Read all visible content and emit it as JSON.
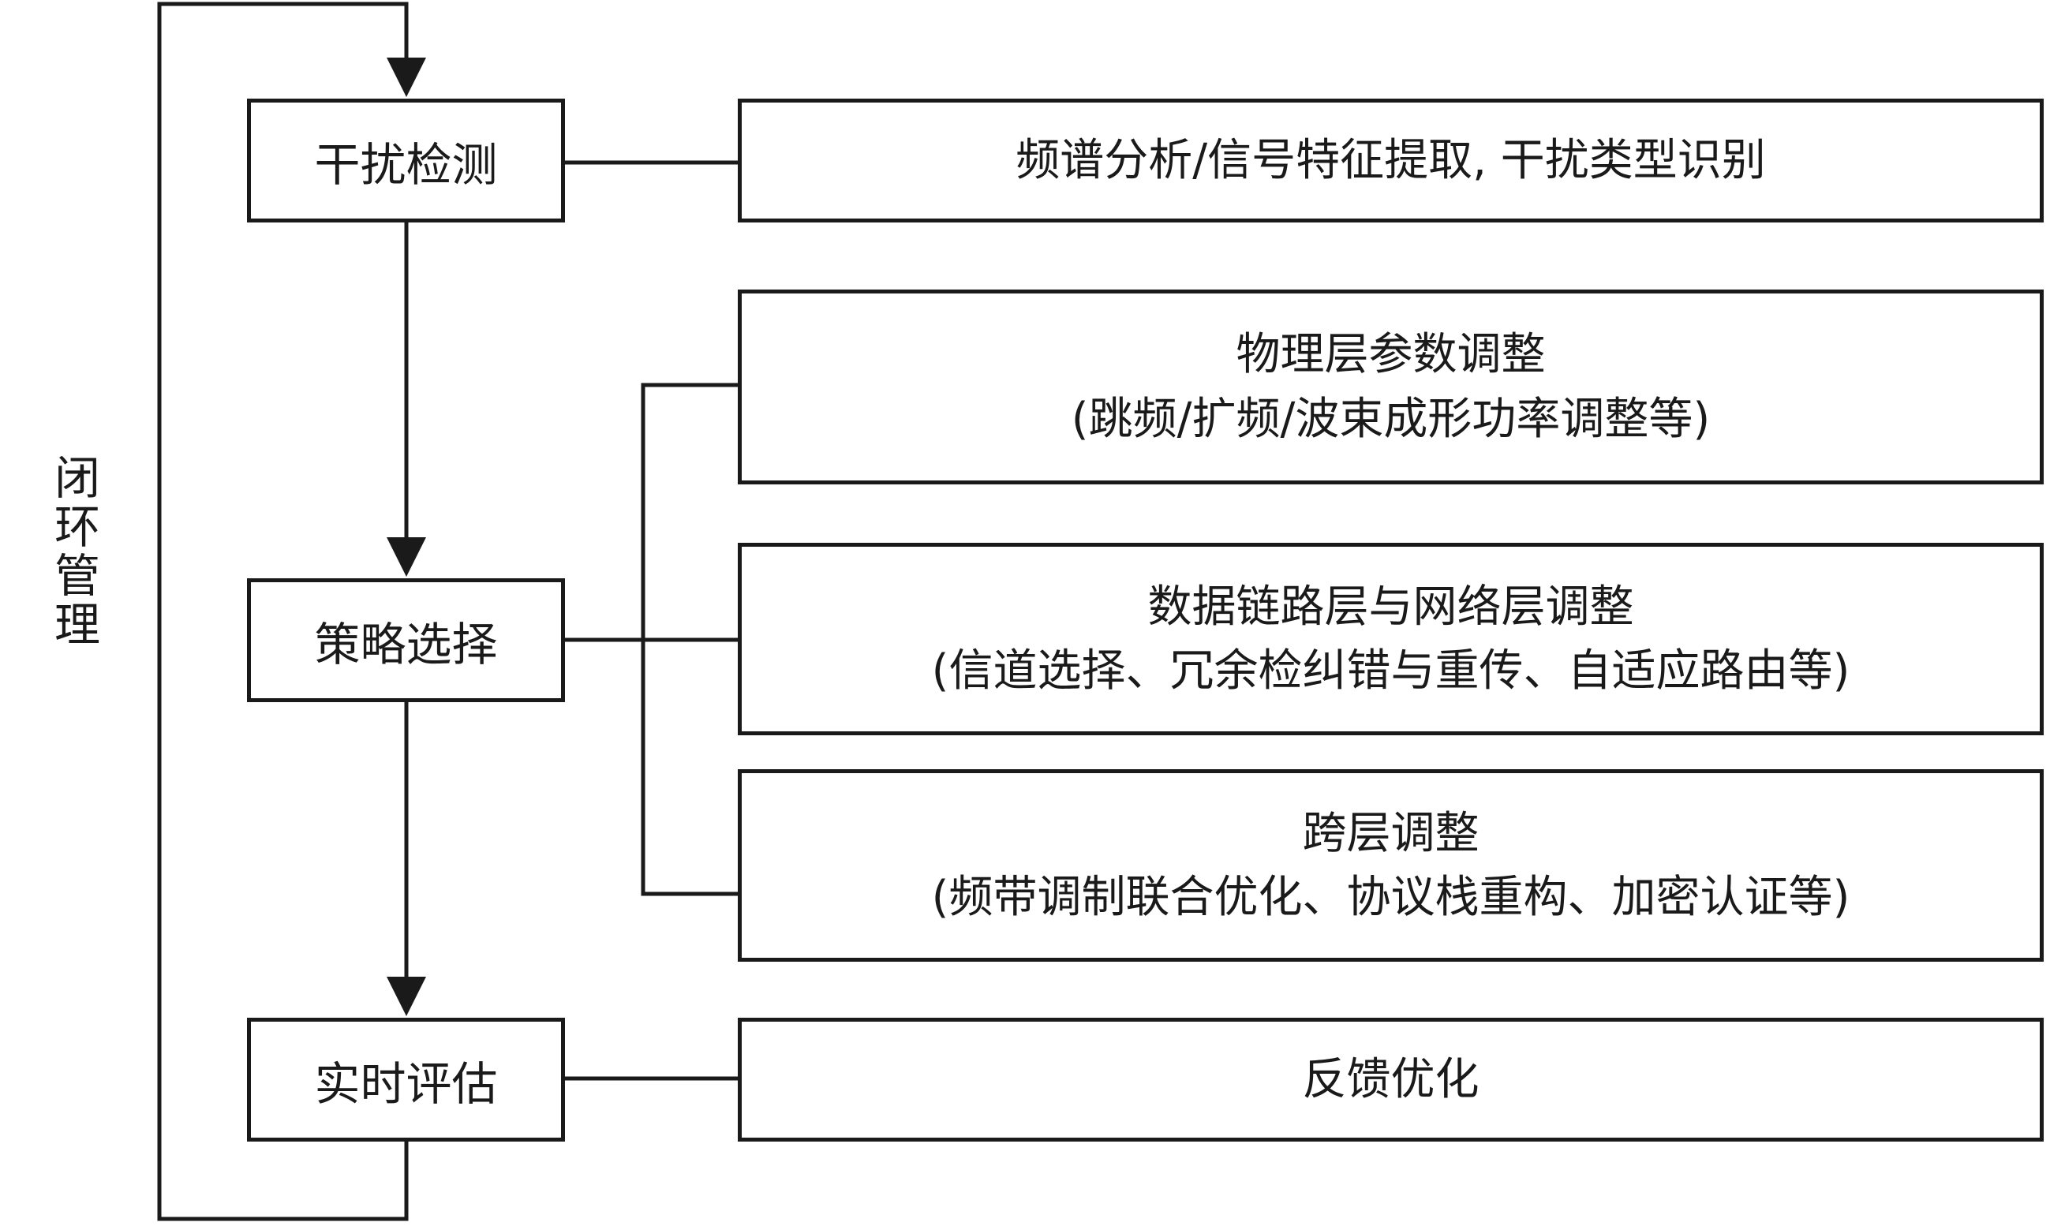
{
  "loop_label": "闭环管理",
  "steps": [
    {
      "label": "干扰检测"
    },
    {
      "label": "策略选择"
    },
    {
      "label": "实时评估"
    }
  ],
  "details": [
    {
      "lines": [
        "频谱分析/信号特征提取, 干扰类型识别"
      ]
    },
    {
      "lines": [
        "物理层参数调整",
        "(跳频/扩频/波束成形功率调整等)"
      ]
    },
    {
      "lines": [
        "数据链路层与网络层调整",
        "(信道选择、冗余检纠错与重传、自适应路由等)"
      ]
    },
    {
      "lines": [
        "跨层调整",
        "(频带调制联合优化、协议栈重构、加密认证等)"
      ]
    },
    {
      "lines": [
        "反馈优化"
      ]
    }
  ]
}
